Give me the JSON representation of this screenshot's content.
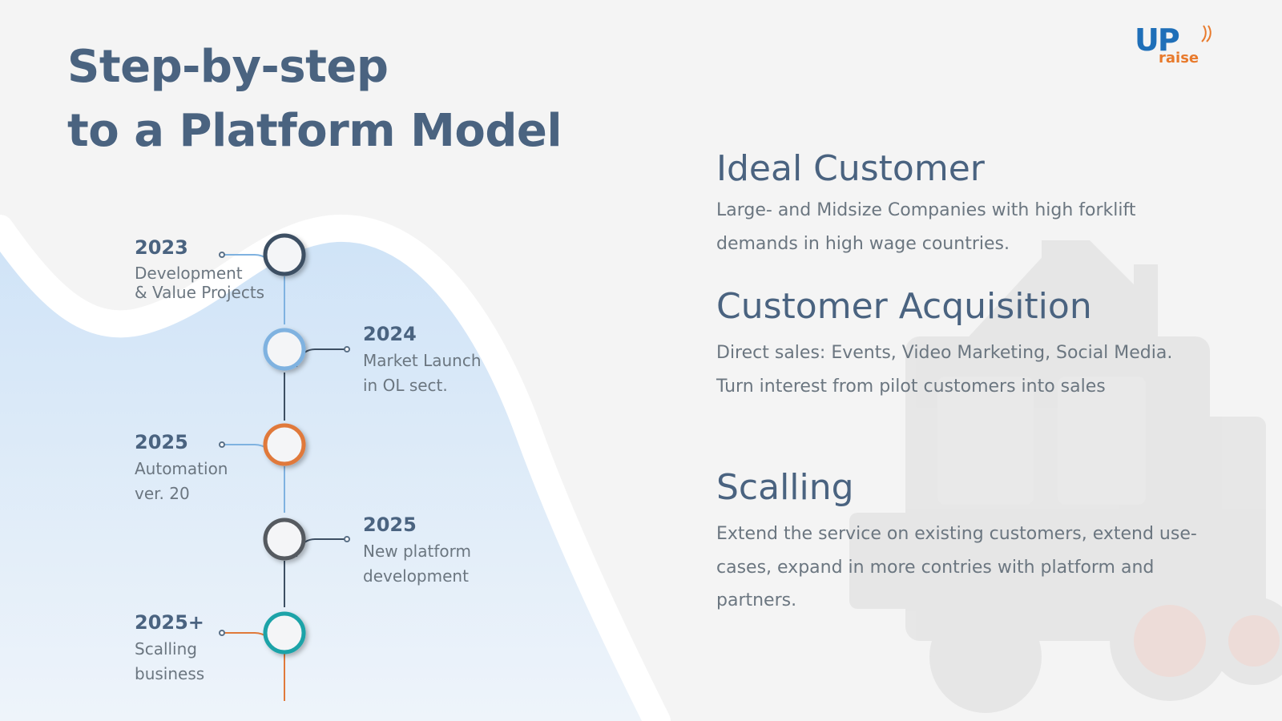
{
  "title": {
    "line1": "Step-by-step",
    "line2": "to a Platform Model"
  },
  "logo": {
    "up": "UP",
    "raise": "raise"
  },
  "timeline": [
    {
      "year": "2023",
      "lines": [
        "Development",
        "& Value Projects"
      ],
      "color": "#3d4f63"
    },
    {
      "year": "2024",
      "lines": [
        "Market Launch",
        "in OL sect."
      ],
      "color": "#7fb2e0"
    },
    {
      "year": "2025",
      "lines": [
        "Automation",
        "ver. 20"
      ],
      "color": "#e0793a"
    },
    {
      "year": "2025",
      "lines": [
        "New platform",
        "development"
      ],
      "color": "#555a60"
    },
    {
      "year": "2025+",
      "lines": [
        "Scalling",
        "business"
      ],
      "color": "#1aa3a8"
    }
  ],
  "sections": [
    {
      "heading": "Ideal Customer",
      "body": "Large- and Midsize Companies with high forklift demands in high wage countries."
    },
    {
      "heading": "Customer Acquisition",
      "body": "Direct sales: Events, Video Marketing, Social Media. Turn interest from pilot customers into sales"
    },
    {
      "heading": "Scalling",
      "body": "Extend the service on existing customers, extend use-cases, expand in more contries with platform and partners."
    }
  ],
  "colors": {
    "title": "#4a6380",
    "text": "#6b7680",
    "wave": "#d4e6f8",
    "brand_blue": "#1f6fb8",
    "brand_orange": "#e87a2c"
  }
}
